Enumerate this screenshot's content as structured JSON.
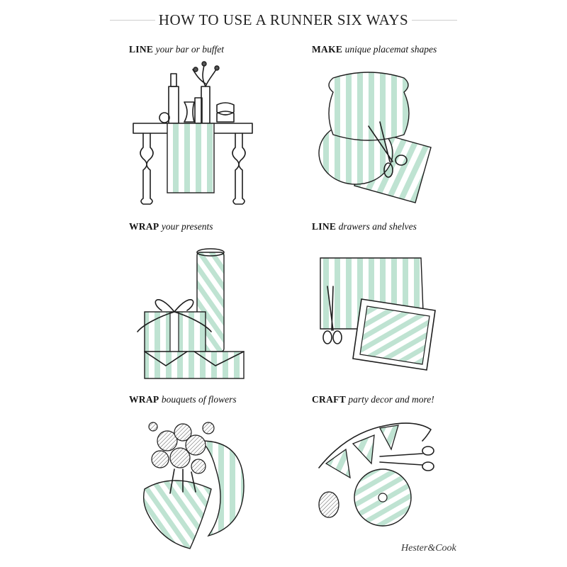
{
  "title": "HOW TO USE A RUNNER SIX WAYS",
  "colors": {
    "mint": "#bfe3d2",
    "ink": "#1e1e1e",
    "rule": "#cfcfcf"
  },
  "panels": [
    {
      "verb": "LINE",
      "rest": "your bar or buffet",
      "icon": "buffet-table-icon"
    },
    {
      "verb": "MAKE",
      "rest": "unique placemat shapes",
      "icon": "placemat-scissors-icon"
    },
    {
      "verb": "WRAP",
      "rest": "your presents",
      "icon": "wrapped-gift-icon"
    },
    {
      "verb": "LINE",
      "rest": "drawers and shelves",
      "icon": "lined-drawer-icon"
    },
    {
      "verb": "WRAP",
      "rest": "bouquets of flowers",
      "icon": "flower-bouquet-icon"
    },
    {
      "verb": "CRAFT",
      "rest": "party decor and more!",
      "icon": "party-garland-icon"
    }
  ],
  "brand": "Hester&Cook"
}
